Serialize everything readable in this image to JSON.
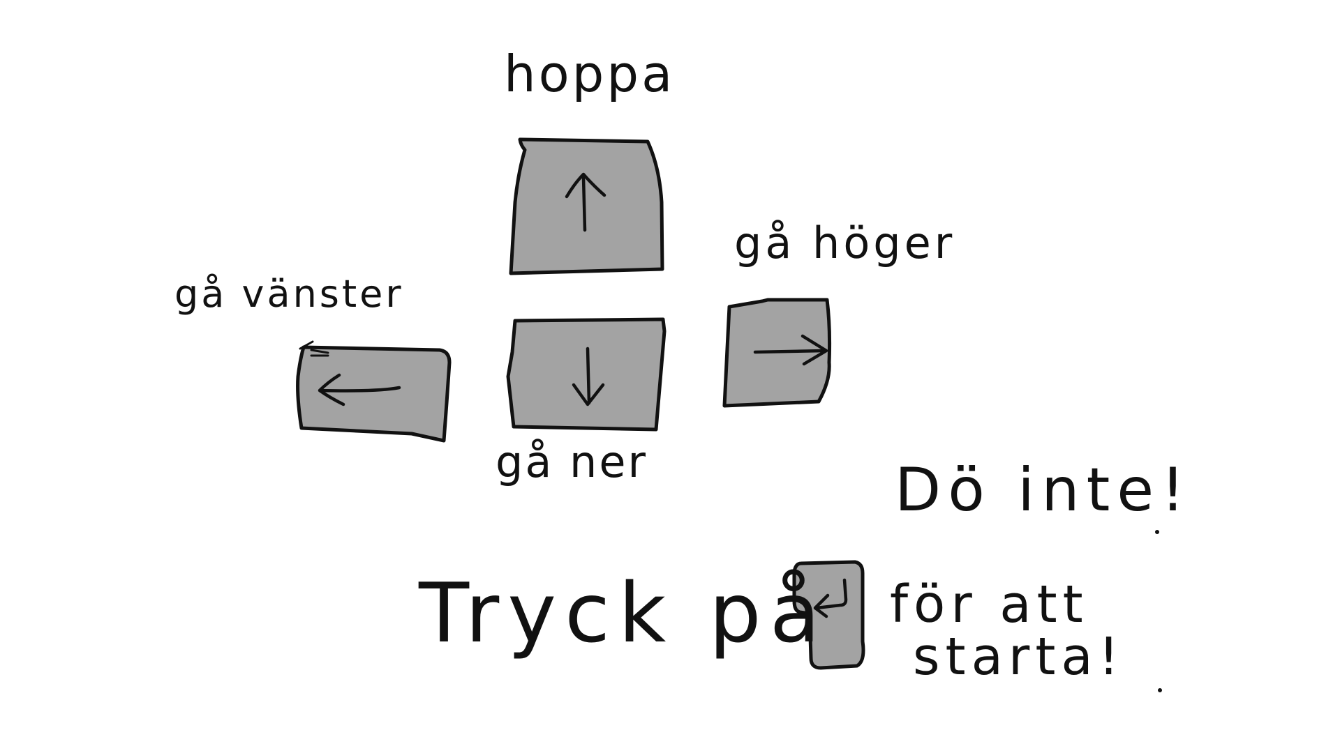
{
  "controls": {
    "up": {
      "label": "hoppa",
      "icon": "arrow-up-icon"
    },
    "right": {
      "label": "gå höger",
      "icon": "arrow-right-icon"
    },
    "left": {
      "label": "gå vänster",
      "icon": "arrow-left-icon"
    },
    "down": {
      "label": "gå ner",
      "icon": "arrow-down-icon"
    }
  },
  "warning": "Dö inte!",
  "start_prompt": {
    "before_key": "Tryck på",
    "key_icon": "enter-key-icon",
    "after_key_line1": "för att",
    "after_key_line2": "starta!"
  },
  "colors": {
    "key_fill": "#a3a3a3",
    "ink": "#111111",
    "background": "#ffffff"
  }
}
